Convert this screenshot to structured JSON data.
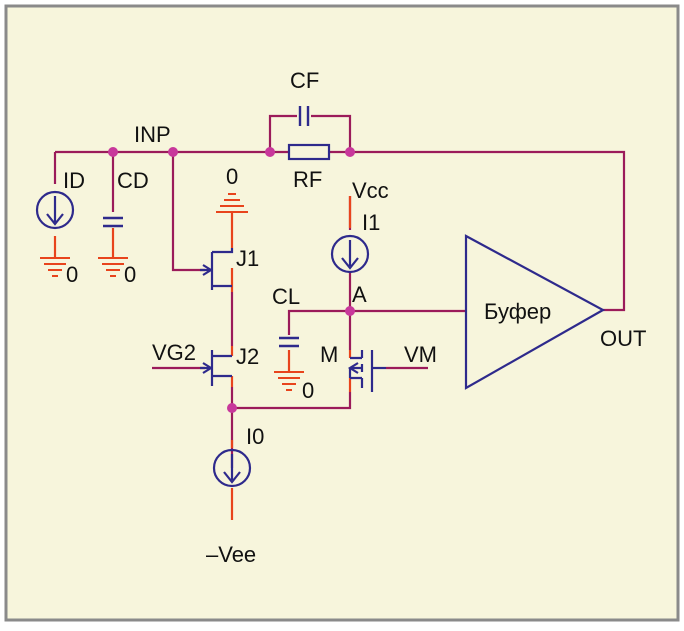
{
  "colors": {
    "background": "#f7f5dc",
    "frame": "#8a8a8a",
    "wire": "#9b1b5a",
    "lead": "#e8441c",
    "component": "#2e2a8c",
    "node": "#c8389b",
    "label": "#111111"
  },
  "labels": {
    "inp": "INP",
    "cf": "CF",
    "rf": "RF",
    "id": "ID",
    "cd": "CD",
    "gnd_id": "0",
    "gnd_cd": "0",
    "gnd_top": "0",
    "j1": "J1",
    "vcc": "Vcc",
    "i1": "I1",
    "cl": "CL",
    "node_a": "A",
    "buffer": "Буфер",
    "out": "OUT",
    "vg2": "VG2",
    "j2": "J2",
    "m": "M",
    "vm": "VM",
    "gnd_cl": "0",
    "i0": "I0",
    "vee": "–Vee"
  },
  "icons": {
    "current_source": "current-source-symbol",
    "capacitor": "capacitor-symbol",
    "resistor": "resistor-symbol",
    "ground": "ground-symbol",
    "jfet": "jfet-symbol",
    "mosfet": "mosfet-symbol",
    "buffer": "buffer-triangle-symbol"
  }
}
